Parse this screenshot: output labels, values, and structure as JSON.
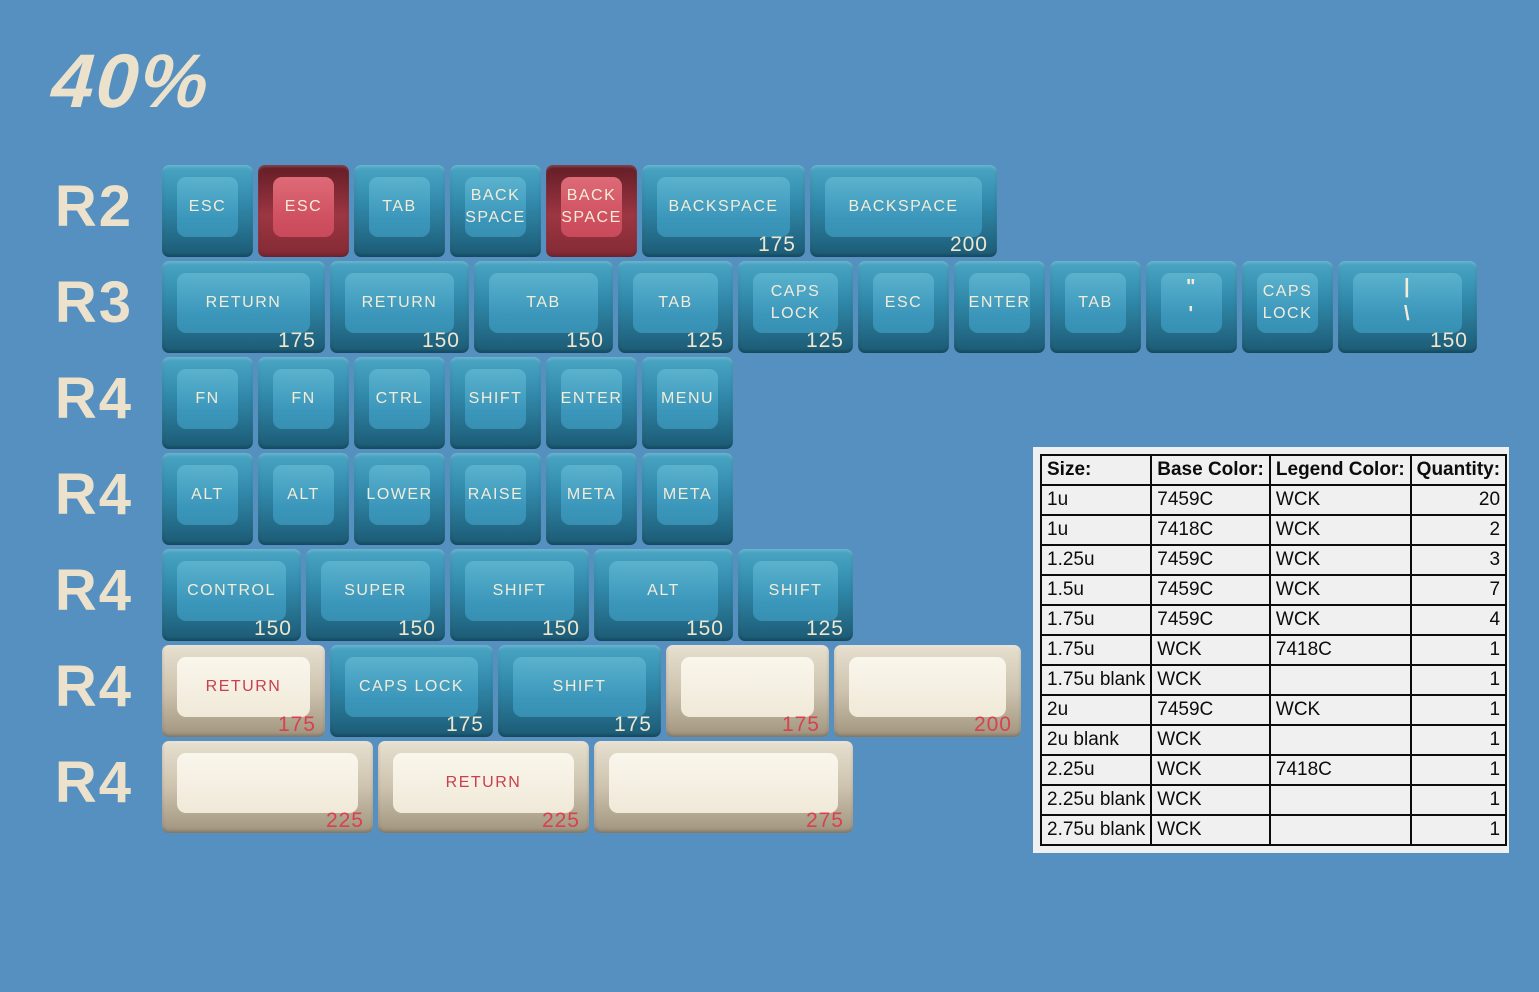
{
  "title": "40%",
  "colors": {
    "background": "#5590c1",
    "title_cream": "#ece2cc",
    "keycap_blue": "#3b9cc0",
    "keycap_red": "#d05260",
    "keycap_cream": "#f2ecdc",
    "legend_cream": "#f3ecd9",
    "legend_red": "#c8404d",
    "table_bg": "#f0f0f0",
    "table_border": "#0c0c0c"
  },
  "keyboard": {
    "rows": [
      {
        "label": "R2",
        "keys": [
          {
            "lines": [
              "ESC"
            ],
            "size": 1,
            "style": "blue",
            "badge": ""
          },
          {
            "lines": [
              "ESC"
            ],
            "size": 1,
            "style": "red",
            "badge": ""
          },
          {
            "lines": [
              "TAB"
            ],
            "size": 1,
            "style": "blue",
            "badge": ""
          },
          {
            "lines": [
              "BACK",
              "SPACE"
            ],
            "size": 1,
            "style": "blue",
            "badge": ""
          },
          {
            "lines": [
              "BACK",
              "SPACE"
            ],
            "size": 1,
            "style": "red",
            "badge": ""
          },
          {
            "lines": [
              "BACKSPACE"
            ],
            "size": 1.75,
            "style": "blue",
            "badge": "175"
          },
          {
            "lines": [
              "BACKSPACE"
            ],
            "size": 2,
            "style": "blue",
            "badge": "200"
          }
        ]
      },
      {
        "label": "R3",
        "keys": [
          {
            "lines": [
              "RETURN"
            ],
            "size": 1.75,
            "style": "blue",
            "badge": "175"
          },
          {
            "lines": [
              "RETURN"
            ],
            "size": 1.5,
            "style": "blue",
            "badge": "150"
          },
          {
            "lines": [
              "TAB"
            ],
            "size": 1.5,
            "style": "blue",
            "badge": "150"
          },
          {
            "lines": [
              "TAB"
            ],
            "size": 1.25,
            "style": "blue",
            "badge": "125"
          },
          {
            "lines": [
              "CAPS",
              "LOCK"
            ],
            "size": 1.25,
            "style": "blue",
            "badge": "125"
          },
          {
            "lines": [
              "ESC"
            ],
            "size": 1,
            "style": "blue",
            "badge": ""
          },
          {
            "lines": [
              "ENTER"
            ],
            "size": 1,
            "style": "blue",
            "badge": ""
          },
          {
            "lines": [
              "TAB"
            ],
            "size": 1,
            "style": "blue",
            "badge": ""
          },
          {
            "lines": [
              "\"",
              "'"
            ],
            "size": 1,
            "style": "blue",
            "badge": "",
            "spread": true
          },
          {
            "lines": [
              "CAPS",
              "LOCK"
            ],
            "size": 1,
            "style": "blue",
            "badge": ""
          },
          {
            "lines": [
              "|",
              "\\"
            ],
            "size": 1.5,
            "style": "blue",
            "badge": "150",
            "spread": true
          }
        ]
      },
      {
        "label": "R4",
        "keys": [
          {
            "lines": [
              "FN"
            ],
            "size": 1,
            "style": "blue",
            "badge": ""
          },
          {
            "lines": [
              "FN"
            ],
            "size": 1,
            "style": "blue",
            "badge": ""
          },
          {
            "lines": [
              "CTRL"
            ],
            "size": 1,
            "style": "blue",
            "badge": ""
          },
          {
            "lines": [
              "SHIFT"
            ],
            "size": 1,
            "style": "blue",
            "badge": ""
          },
          {
            "lines": [
              "ENTER"
            ],
            "size": 1,
            "style": "blue",
            "badge": ""
          },
          {
            "lines": [
              "MENU"
            ],
            "size": 1,
            "style": "blue",
            "badge": ""
          }
        ]
      },
      {
        "label": "R4",
        "keys": [
          {
            "lines": [
              "ALT"
            ],
            "size": 1,
            "style": "blue",
            "badge": ""
          },
          {
            "lines": [
              "ALT"
            ],
            "size": 1,
            "style": "blue",
            "badge": ""
          },
          {
            "lines": [
              "LOWER"
            ],
            "size": 1,
            "style": "blue",
            "badge": ""
          },
          {
            "lines": [
              "RAISE"
            ],
            "size": 1,
            "style": "blue",
            "badge": ""
          },
          {
            "lines": [
              "META"
            ],
            "size": 1,
            "style": "blue",
            "badge": ""
          },
          {
            "lines": [
              "META"
            ],
            "size": 1,
            "style": "blue",
            "badge": ""
          }
        ]
      },
      {
        "label": "R4",
        "keys": [
          {
            "lines": [
              "CONTROL"
            ],
            "size": 1.5,
            "style": "blue",
            "badge": "150"
          },
          {
            "lines": [
              "SUPER"
            ],
            "size": 1.5,
            "style": "blue",
            "badge": "150"
          },
          {
            "lines": [
              "SHIFT"
            ],
            "size": 1.5,
            "style": "blue",
            "badge": "150"
          },
          {
            "lines": [
              "ALT"
            ],
            "size": 1.5,
            "style": "blue",
            "badge": "150"
          },
          {
            "lines": [
              "SHIFT"
            ],
            "size": 1.25,
            "style": "blue",
            "badge": "125"
          }
        ]
      },
      {
        "label": "R4",
        "keys": [
          {
            "lines": [
              "RETURN"
            ],
            "size": 1.75,
            "style": "cream",
            "badge": "175"
          },
          {
            "lines": [
              "CAPS LOCK"
            ],
            "size": 1.75,
            "style": "blue",
            "badge": "175"
          },
          {
            "lines": [
              "SHIFT"
            ],
            "size": 1.75,
            "style": "blue",
            "badge": "175"
          },
          {
            "lines": [],
            "size": 1.75,
            "style": "cream",
            "badge": "175"
          },
          {
            "lines": [],
            "size": 2,
            "style": "cream",
            "badge": "200"
          }
        ]
      },
      {
        "label": "R4",
        "keys": [
          {
            "lines": [],
            "size": 2.25,
            "style": "cream",
            "badge": "225"
          },
          {
            "lines": [
              "RETURN"
            ],
            "size": 2.25,
            "style": "cream",
            "badge": "225"
          },
          {
            "lines": [],
            "size": 2.75,
            "style": "cream",
            "badge": "275"
          }
        ]
      }
    ]
  },
  "spec_table": {
    "headers": [
      "Size:",
      "Base Color:",
      "Legend Color:",
      "Quantity:"
    ],
    "rows": [
      [
        "1u",
        "7459C",
        "WCK",
        "20"
      ],
      [
        "1u",
        "7418C",
        "WCK",
        "2"
      ],
      [
        "1.25u",
        "7459C",
        "WCK",
        "3"
      ],
      [
        "1.5u",
        "7459C",
        "WCK",
        "7"
      ],
      [
        "1.75u",
        "7459C",
        "WCK",
        "4"
      ],
      [
        "1.75u",
        "WCK",
        "7418C",
        "1"
      ],
      [
        "1.75u blank",
        "WCK",
        "",
        "1"
      ],
      [
        "2u",
        "7459C",
        "WCK",
        "1"
      ],
      [
        "2u blank",
        "WCK",
        "",
        "1"
      ],
      [
        "2.25u",
        "WCK",
        "7418C",
        "1"
      ],
      [
        "2.25u blank",
        "WCK",
        "",
        "1"
      ],
      [
        "2.75u blank",
        "WCK",
        "",
        "1"
      ]
    ]
  }
}
